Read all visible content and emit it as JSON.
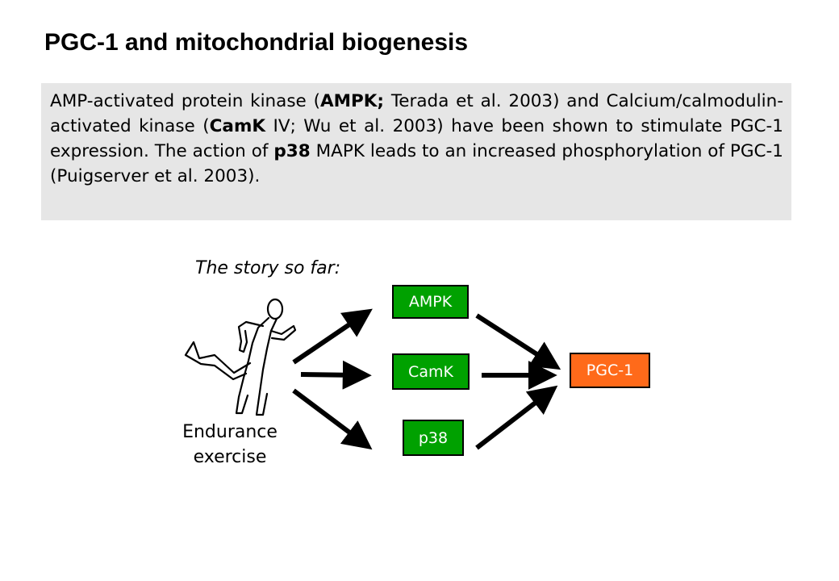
{
  "title": "PGC-1 and mitochondrial biogenesis",
  "paragraph": [
    {
      "text": "AMP-activated protein kinase (",
      "bold": false
    },
    {
      "text": "AMPK;",
      "bold": true
    },
    {
      "text": " Terada et al. 2003) and Calcium/calmodulin-activated kinase (",
      "bold": false
    },
    {
      "text": "CamK",
      "bold": true
    },
    {
      "text": " IV; Wu et al. 2003) have been shown to stimulate PGC-1 expression. The action of ",
      "bold": false
    },
    {
      "text": "p38",
      "bold": true
    },
    {
      "text": " MAPK leads to an increased phosphorylation of PGC-1 (Puigserver et al. 2003).",
      "bold": false
    }
  ],
  "diagram": {
    "story_label": "The story so far:",
    "exercise_line1": "Endurance",
    "exercise_line2": "exercise",
    "nodes": {
      "ampk": "AMPK",
      "camk": "CamK",
      "p38": "p38",
      "pgc1": "PGC-1"
    },
    "colors": {
      "kinase_box": "#00a100",
      "target_box": "#ff6a1a",
      "text_box_background": "#e6e6e6"
    },
    "runner_icon": "running-person-icon"
  }
}
